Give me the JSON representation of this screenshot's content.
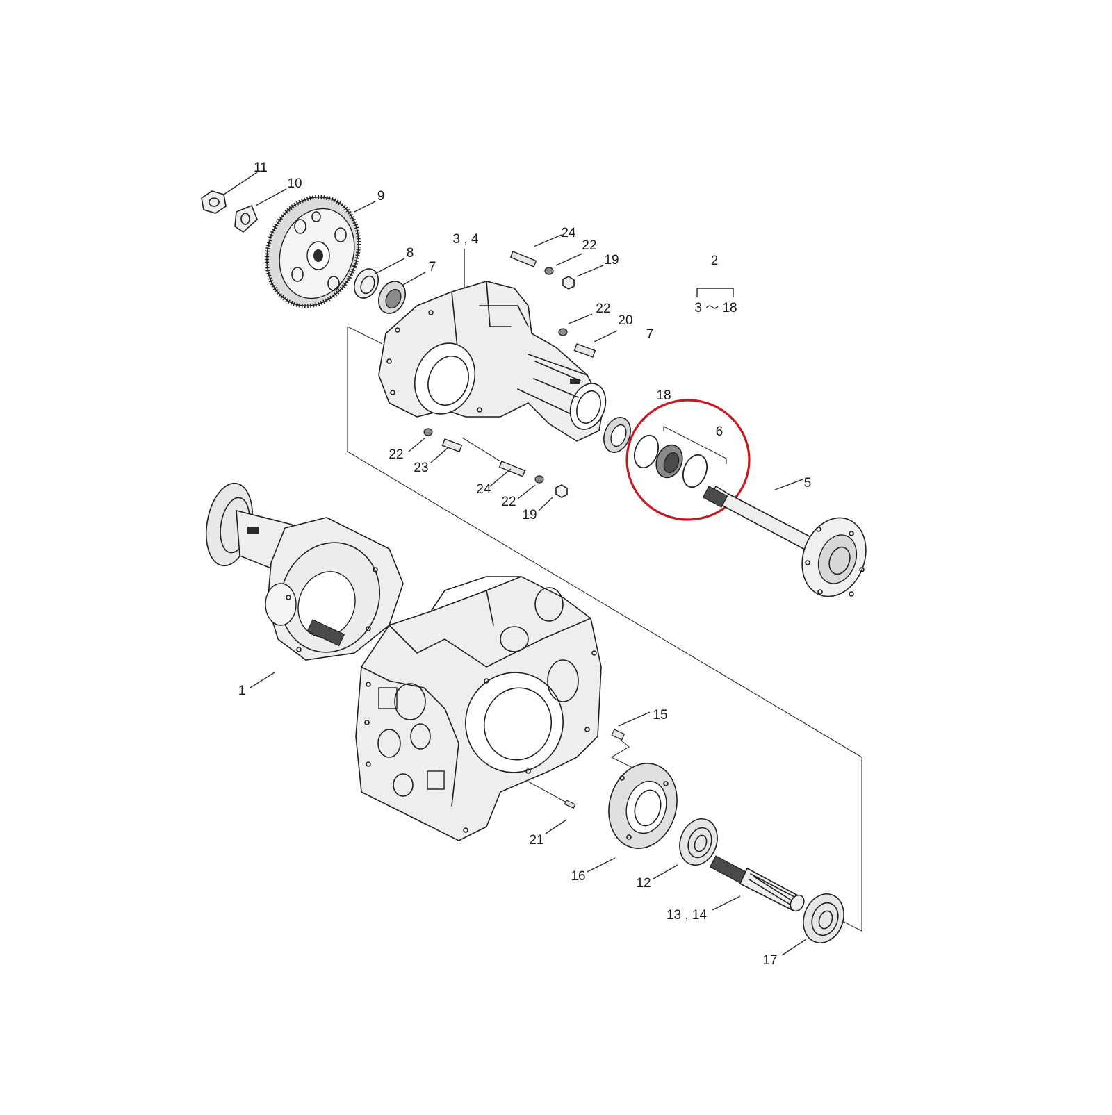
{
  "diagram": {
    "highlight_color": "#c8181f",
    "callouts": {
      "c1": "1",
      "c2": "2",
      "c3_18": "3 ～ 18",
      "c34": "3 , 4",
      "c5": "5",
      "c6": "6",
      "c7a": "7",
      "c7b": "7",
      "c8": "8",
      "c9": "9",
      "c10": "10",
      "c11": "11",
      "c12": "12",
      "c1314": "13 , 14",
      "c15": "15",
      "c16": "16",
      "c17": "17",
      "c18": "18",
      "c19a": "19",
      "c19b": "19",
      "c20": "20",
      "c21": "21",
      "c22a": "22",
      "c22b": "22",
      "c22c": "22",
      "c22d": "22",
      "c23": "23",
      "c24a": "24",
      "c24b": "24"
    }
  }
}
